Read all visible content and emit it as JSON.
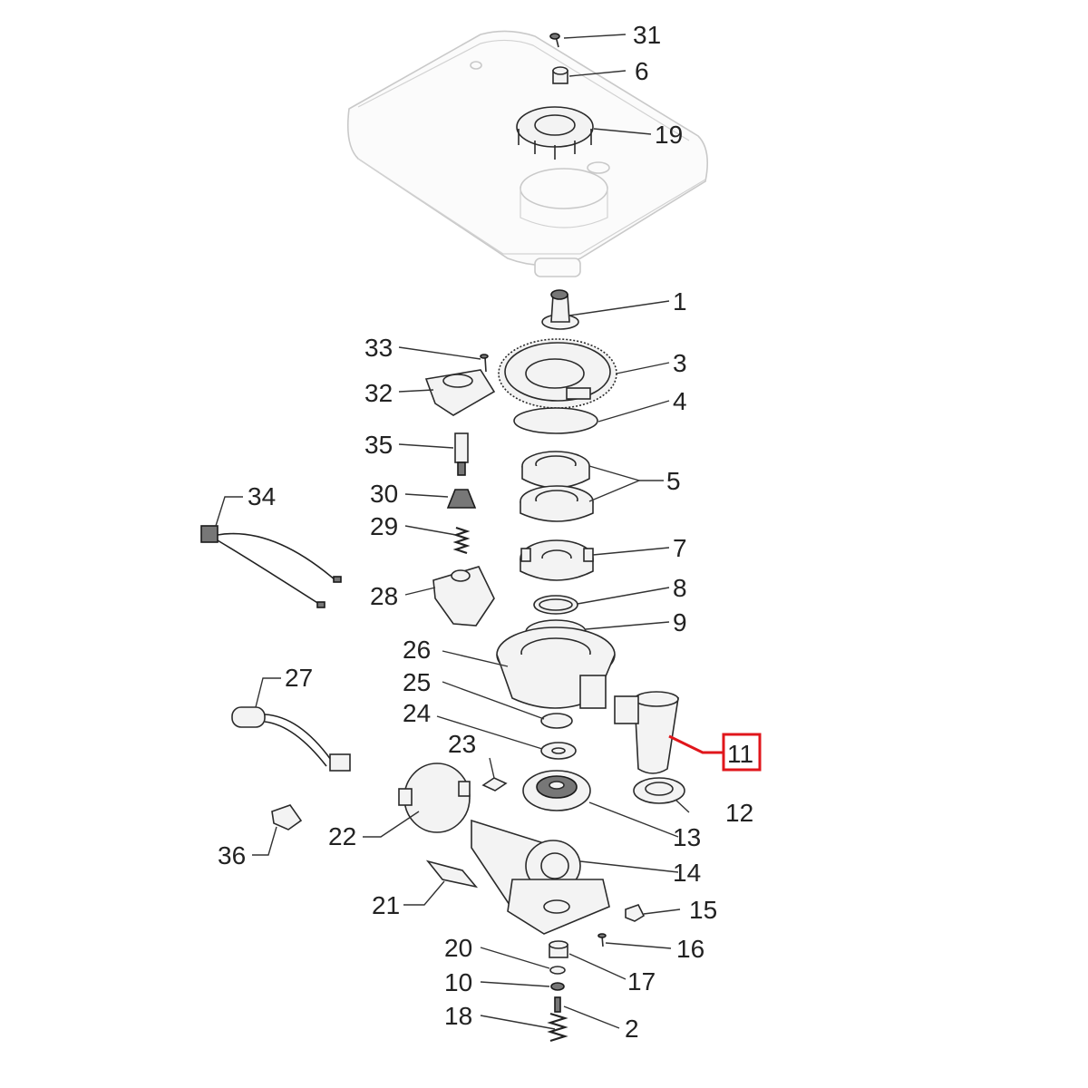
{
  "labels": {
    "p1": "1",
    "p2": "2",
    "p3": "3",
    "p4": "4",
    "p5": "5",
    "p6": "6",
    "p7": "7",
    "p8": "8",
    "p9": "9",
    "p10": "10",
    "p11": "11",
    "p12": "12",
    "p13": "13",
    "p14": "14",
    "p15": "15",
    "p16": "16",
    "p17": "17",
    "p18": "18",
    "p19": "19",
    "p20": "20",
    "p21": "21",
    "p22": "22",
    "p23": "23",
    "p24": "24",
    "p25": "25",
    "p26": "26",
    "p27": "27",
    "p28": "28",
    "p29": "29",
    "p30": "30",
    "p31": "31",
    "p32": "32",
    "p33": "33",
    "p34": "34",
    "p35": "35",
    "p36": "36"
  },
  "highlight": {
    "color": "#e0161b"
  }
}
